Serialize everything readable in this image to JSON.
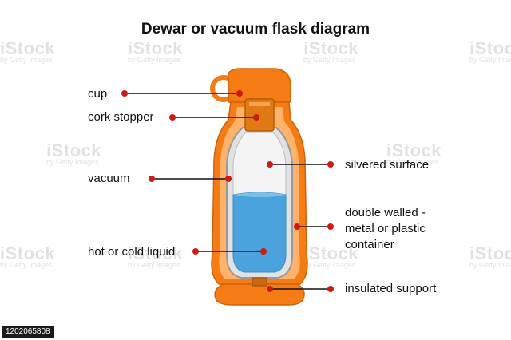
{
  "title": "Dewar or vacuum flask diagram",
  "labels": {
    "cup": "cup",
    "cork_stopper": "cork stopper",
    "vacuum": "vacuum",
    "hot_or_cold_liquid": "hot or cold liquid",
    "silvered_surface": "silvered surface",
    "double_walled_line1": "double walled -",
    "double_walled_line2": "metal or plastic",
    "double_walled_line3": "container",
    "insulated_support": "insulated support"
  },
  "watermark": {
    "brand": "iStock",
    "credit": "by Getty Images"
  },
  "image_id": "1202065808",
  "colors": {
    "orange": "#f57c14",
    "orange_light": "#ffa44a",
    "liquid": "#4aa3dd",
    "glass": "#d8d8d8",
    "cork": "#e07a14",
    "pointer": "#cc1c12"
  }
}
